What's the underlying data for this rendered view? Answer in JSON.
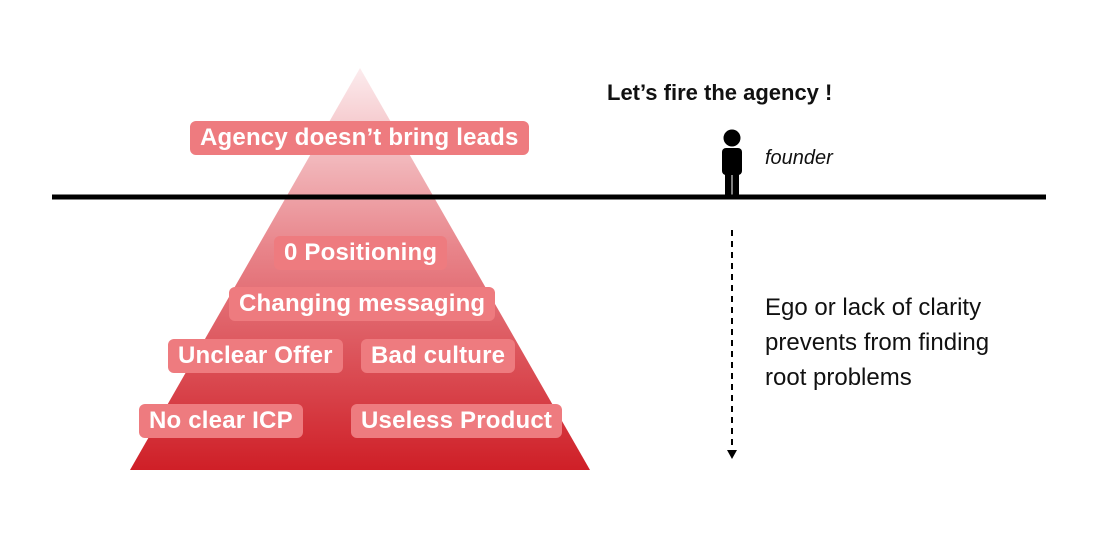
{
  "diagram": {
    "heading": "Let’s fire the agency !",
    "person_label": "founder",
    "above_line_label": "Agency doesn’t bring leads",
    "below_line_labels": [
      "0 Positioning",
      "Changing messaging",
      "Unclear Offer",
      "Bad culture",
      "No clear ICP",
      "Useless Product"
    ],
    "note_lines": [
      "Ego or lack of clarity",
      "prevents from finding",
      "root problems"
    ],
    "colors": {
      "pyramid_top": "#fcecee",
      "pyramid_bottom": "#cf1f27",
      "label_fill": "#ee7b7f",
      "label_text": "#ffffff",
      "line": "#000000",
      "text": "#111111"
    },
    "icons": {
      "person": "person-icon",
      "arrow": "dashed-down-arrow-icon"
    }
  }
}
